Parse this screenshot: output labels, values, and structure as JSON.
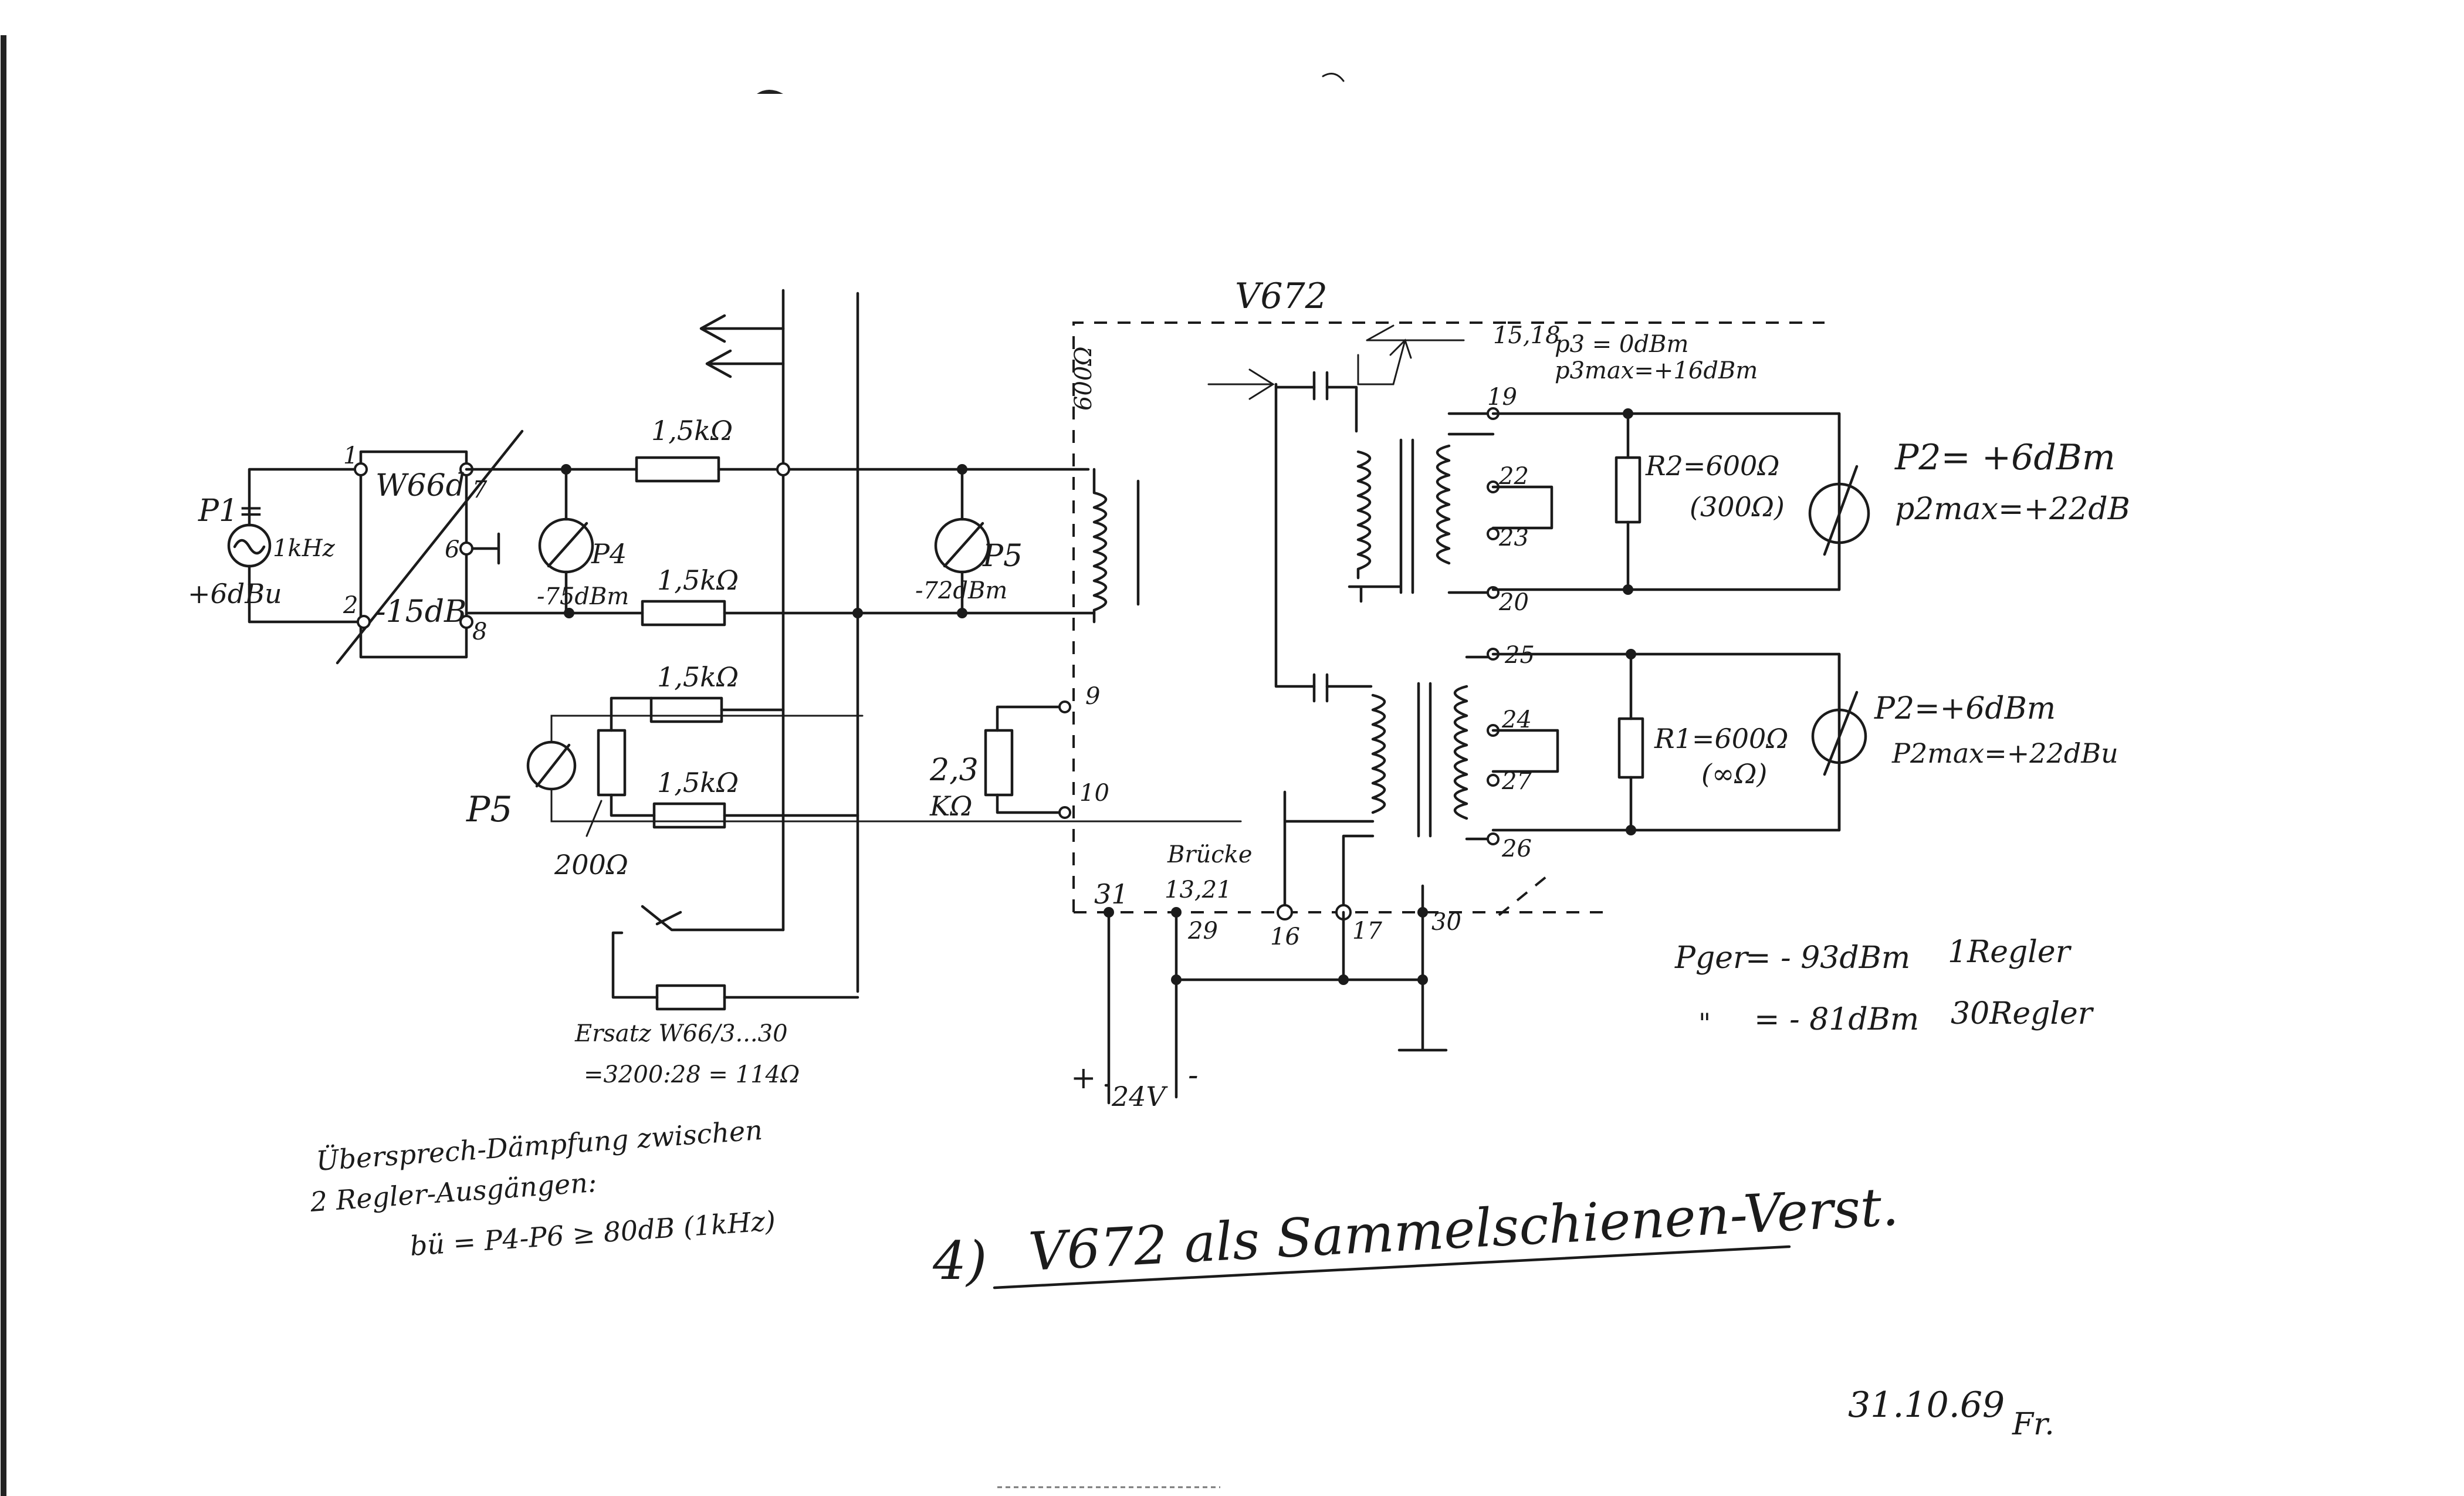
{
  "diagram": {
    "title_number": "4)",
    "title_text": "V672 als Sammelschienen-Verst.",
    "date": "31.10.69",
    "signature": "Fr.",
    "amp_name": "V672",
    "generator": {
      "name": "P1=",
      "freq": "1kHz",
      "level": "+6dBu"
    },
    "attenuator": {
      "top": "W66d",
      "bottom": "-15dB",
      "pins": [
        "1",
        "2",
        "7",
        "6",
        "8"
      ]
    },
    "resistors": {
      "r1": "1,5kΩ",
      "r2": "1,5kΩ",
      "r3": "1,5kΩ",
      "r4": "1,5kΩ",
      "r200": "200Ω",
      "r23": "2,3",
      "r23_unit": "KΩ",
      "input_coil": "600Ω"
    },
    "meters": {
      "p4": "P4",
      "p4_level": "-75dBm",
      "p5": "P5",
      "p5_level": "-72dBm",
      "p5_left": "P5"
    },
    "replacement": {
      "line1": "Ersatz W66/3...30",
      "line2": "=3200:28 = 114Ω"
    },
    "crosstalk": {
      "line1": "Übersprech-Dämpfung zwischen",
      "line2": "2 Regler-Ausgängen:",
      "line3": "bü = P4-P6 ≥ 80dB (1kHz)"
    },
    "output_top": {
      "pins": "15,18",
      "p3": "p3 = 0dBm",
      "p3max": "p3max=+16dBm",
      "t19": "19",
      "t22": "22",
      "t23": "23",
      "t20": "20",
      "r_load": "R2=600Ω",
      "r_alt": "(300Ω)",
      "p2": "P2= +6dBm",
      "p2max": "p2max=+22dB"
    },
    "output_bottom": {
      "t25": "25",
      "t24": "24",
      "t27": "27",
      "t26": "26",
      "r_load": "R1=600Ω",
      "r_alt": "(∞Ω)",
      "p2": "P2=+6dBm",
      "p2max": "P2max=+22dBu"
    },
    "connector": {
      "t9": "9",
      "t10": "10",
      "t31": "31",
      "bridge": "Brücke",
      "t13_21": "13,21",
      "t29": "29",
      "t16": "16",
      "t17": "17",
      "t30": "30"
    },
    "supply": {
      "plus": "+",
      "volt": "24V",
      "minus": "-"
    },
    "noise": {
      "line1_label": "Pger",
      "line1_value": "= - 93dBm",
      "line1_note": "1Regler",
      "line2_label": "\"",
      "line2_value": "= - 81dBm",
      "line2_note": "30Regler"
    }
  }
}
